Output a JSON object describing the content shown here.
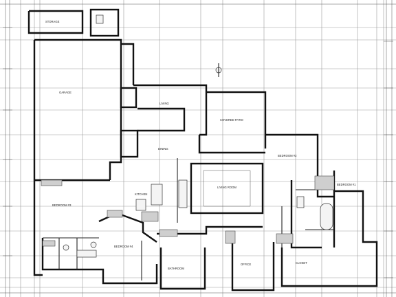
{
  "drawing": {
    "rooms": {
      "storage": "STORAGE",
      "garage": "GARAGE",
      "lower_living": "LIVING",
      "covered_patio": "COVERED PATIO",
      "dining": "DINING",
      "kitchen": "KITCHEN",
      "living_room": "LIVING ROOM",
      "bedroom_2": "BEDROOM #2",
      "bedroom_3": "BEDROOM #3",
      "bedroom_4": "BEDROOM #4",
      "bathroom": "BATHROOM",
      "master_bedroom": "BEDROOM #1",
      "closet": "CLOSET",
      "office": "OFFICE"
    }
  }
}
